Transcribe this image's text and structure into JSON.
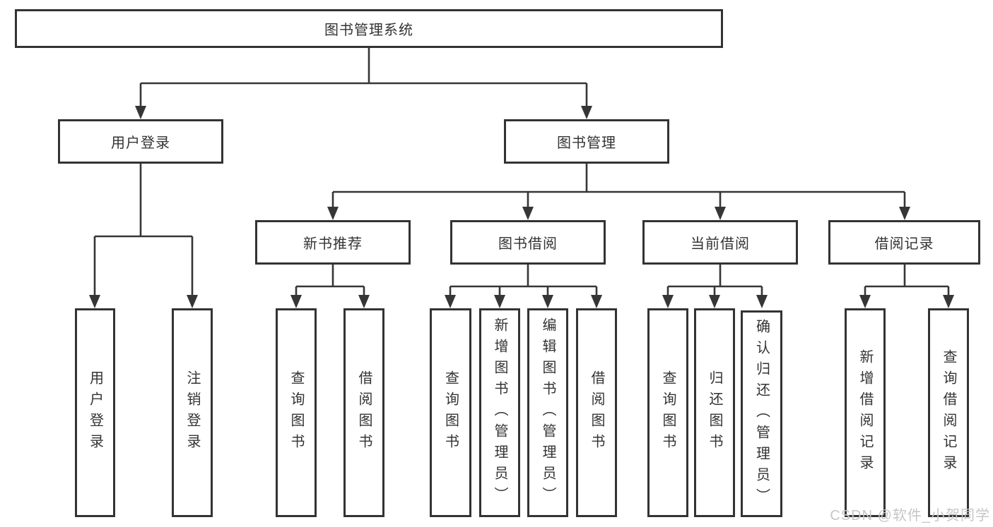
{
  "diagram": {
    "root": {
      "label": "图书管理系统"
    },
    "level2": [
      {
        "label": "用户登录"
      },
      {
        "label": "图书管理"
      }
    ],
    "level3": [
      {
        "label": "新书推荐",
        "parent": "图书管理"
      },
      {
        "label": "图书借阅",
        "parent": "图书管理"
      },
      {
        "label": "当前借阅",
        "parent": "图书管理"
      },
      {
        "label": "借阅记录",
        "parent": "图书管理"
      }
    ],
    "level4": [
      {
        "label": "用户登录",
        "parent": "用户登录"
      },
      {
        "label": "注销登录",
        "parent": "用户登录"
      },
      {
        "label": "查询图书",
        "parent": "新书推荐"
      },
      {
        "label": "借阅图书",
        "parent": "新书推荐"
      },
      {
        "label": "查询图书",
        "parent": "图书借阅"
      },
      {
        "label": "新增图书（管理员）",
        "parent": "图书借阅"
      },
      {
        "label": "编辑图书（管理员）",
        "parent": "图书借阅"
      },
      {
        "label": "借阅图书",
        "parent": "图书借阅"
      },
      {
        "label": "查询图书",
        "parent": "当前借阅"
      },
      {
        "label": "归还图书",
        "parent": "当前借阅"
      },
      {
        "label": "确认归还（管理员）",
        "parent": "当前借阅"
      },
      {
        "label": "新增借阅记录",
        "parent": "借阅记录"
      },
      {
        "label": "查询借阅记录",
        "parent": "借阅记录"
      }
    ]
  },
  "watermark": {
    "text": "CSDN @软件_小贺同学",
    "color": "#c6c6c6"
  },
  "colors": {
    "line": "#363636",
    "box_border": "#333333",
    "text": "#333333",
    "background": "#ffffff"
  }
}
